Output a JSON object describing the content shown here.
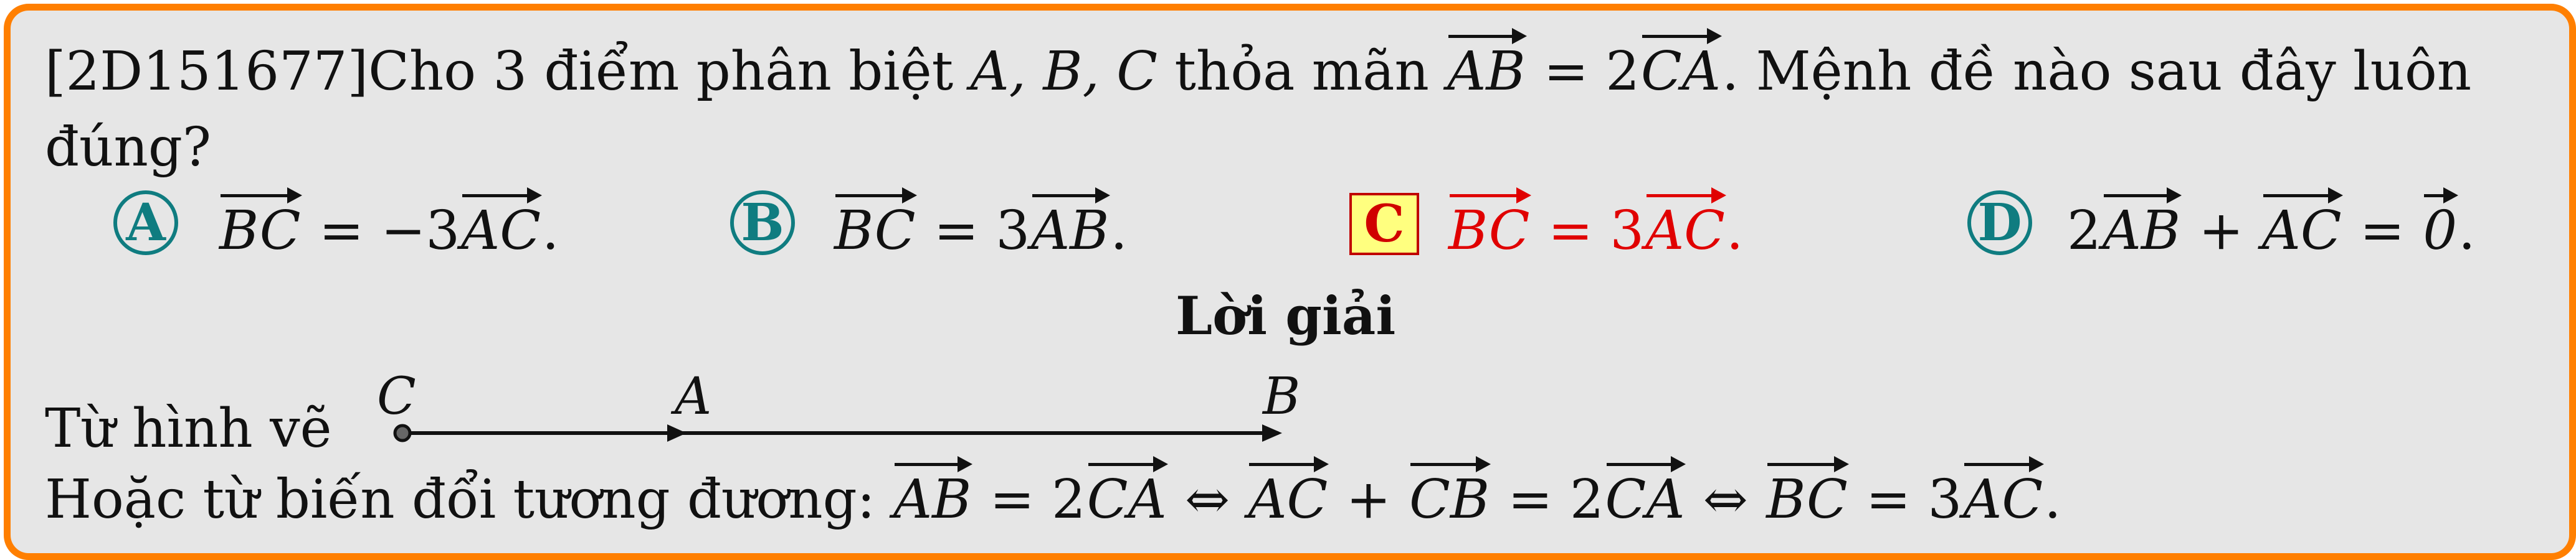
{
  "problem": {
    "id": "[2D151677]",
    "line1_text": "Cho 3 điểm phân biệt ",
    "points": "A, B, C",
    "condition_prefix": " thỏa mãn ",
    "condition_lhs": "AB",
    "condition_eq": " = 2",
    "condition_rhs": "CA",
    "question_tail": ". Mệnh đề nào sau đây luôn",
    "line2": "đúng?"
  },
  "options": [
    {
      "label": "A",
      "lhs": "BC",
      "eq": " = −3",
      "rhs": "AC",
      "end": "."
    },
    {
      "label": "B",
      "lhs": "BC",
      "eq": " = 3",
      "rhs": "AB",
      "end": "."
    },
    {
      "label": "C",
      "lhs": "BC",
      "eq": " = 3",
      "rhs": "AC",
      "end": ".",
      "correct": true
    },
    {
      "label": "D",
      "pre": "2",
      "v1": "AB",
      "plus": " + ",
      "v2": "AC",
      "eq": " = ",
      "zero": "0",
      "end": "."
    }
  ],
  "solution": {
    "heading": "Lời giải",
    "figure_text": "Từ hình vẽ",
    "figure_points": [
      "C",
      "A",
      "B"
    ],
    "transform_prefix": "Hoặc từ biến đổi tương đương: ",
    "t1": "AB",
    "t2": " = 2",
    "t3": "CA",
    "iff1": " ⇔ ",
    "t4": "AC",
    "t5": " + ",
    "t6": "CB",
    "t7": " = 2",
    "t8": "CA",
    "iff2": " ⇔ ",
    "t9": "BC",
    "t10": " = 3",
    "t11": "AC",
    "end": "."
  },
  "colors": {
    "frame": "#ff7f00",
    "background": "#e6e6e6",
    "correct": "#e00000",
    "label": "#0f7c80"
  }
}
